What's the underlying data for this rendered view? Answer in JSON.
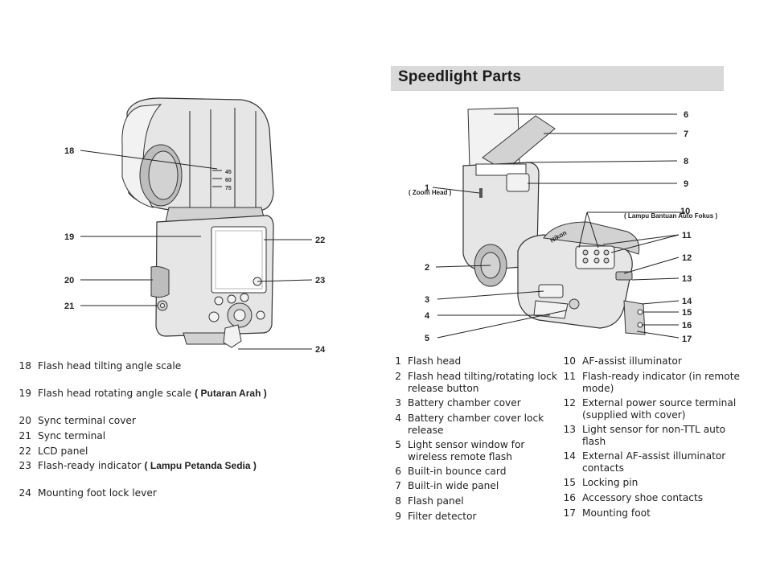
{
  "title": "Speedlight Parts",
  "left_figure": {
    "callouts": [
      {
        "number": "18"
      },
      {
        "number": "19"
      },
      {
        "number": "20"
      },
      {
        "number": "21"
      },
      {
        "number": "22"
      },
      {
        "number": "23"
      },
      {
        "number": "24"
      }
    ],
    "tilt_scale_marks": [
      "45",
      "60",
      "75"
    ]
  },
  "right_figure": {
    "callouts": [
      {
        "number": "1",
        "note": "( Zoom Head )"
      },
      {
        "number": "2"
      },
      {
        "number": "3"
      },
      {
        "number": "4"
      },
      {
        "number": "5"
      },
      {
        "number": "6"
      },
      {
        "number": "7"
      },
      {
        "number": "8"
      },
      {
        "number": "9"
      },
      {
        "number": "10",
        "note": "( Lampu Bantuan Auto Fokus )"
      },
      {
        "number": "11"
      },
      {
        "number": "12"
      },
      {
        "number": "13"
      },
      {
        "number": "14"
      },
      {
        "number": "15"
      },
      {
        "number": "16"
      },
      {
        "number": "17"
      }
    ],
    "brand_mark": "Nikon"
  },
  "legend_left": [
    {
      "number": "18",
      "text": "Flash head tilting angle scale",
      "note": ""
    },
    {
      "number": "19",
      "text": "Flash head rotating angle scale",
      "note": "( Putaran Arah )"
    },
    {
      "number": "20",
      "text": "Sync terminal cover",
      "note": ""
    },
    {
      "number": "21",
      "text": "Sync terminal",
      "note": ""
    },
    {
      "number": "22",
      "text": "LCD panel",
      "note": ""
    },
    {
      "number": "23",
      "text": "Flash-ready indicator",
      "note": "( Lampu  Petanda Sedia )"
    },
    {
      "number": "24",
      "text": "Mounting foot lock lever",
      "note": ""
    }
  ],
  "legend_mid": [
    {
      "number": "1",
      "text": "Flash head"
    },
    {
      "number": "2",
      "text": "Flash head tilting/rotating lock\nrelease button"
    },
    {
      "number": "3",
      "text": "Battery chamber cover"
    },
    {
      "number": "4",
      "text": "Battery chamber cover lock\nrelease"
    },
    {
      "number": "5",
      "text": "Light sensor window for\nwireless remote flash"
    },
    {
      "number": "6",
      "text": "Built-in bounce card"
    },
    {
      "number": "7",
      "text": "Built-in wide panel"
    },
    {
      "number": "8",
      "text": "Flash panel"
    },
    {
      "number": "9",
      "text": "Filter detector"
    }
  ],
  "legend_right": [
    {
      "number": "10",
      "text": "AF-assist illuminator"
    },
    {
      "number": "11",
      "text": "Flash-ready indicator (in remote\nmode)"
    },
    {
      "number": "12",
      "text": "External power source terminal\n(supplied with cover)"
    },
    {
      "number": "13",
      "text": "Light sensor for non-TTL auto\nflash"
    },
    {
      "number": "14",
      "text": "External AF-assist illuminator\ncontacts"
    },
    {
      "number": "15",
      "text": "Locking pin"
    },
    {
      "number": "16",
      "text": "Accessory shoe contacts"
    },
    {
      "number": "17",
      "text": "Mounting foot"
    }
  ]
}
